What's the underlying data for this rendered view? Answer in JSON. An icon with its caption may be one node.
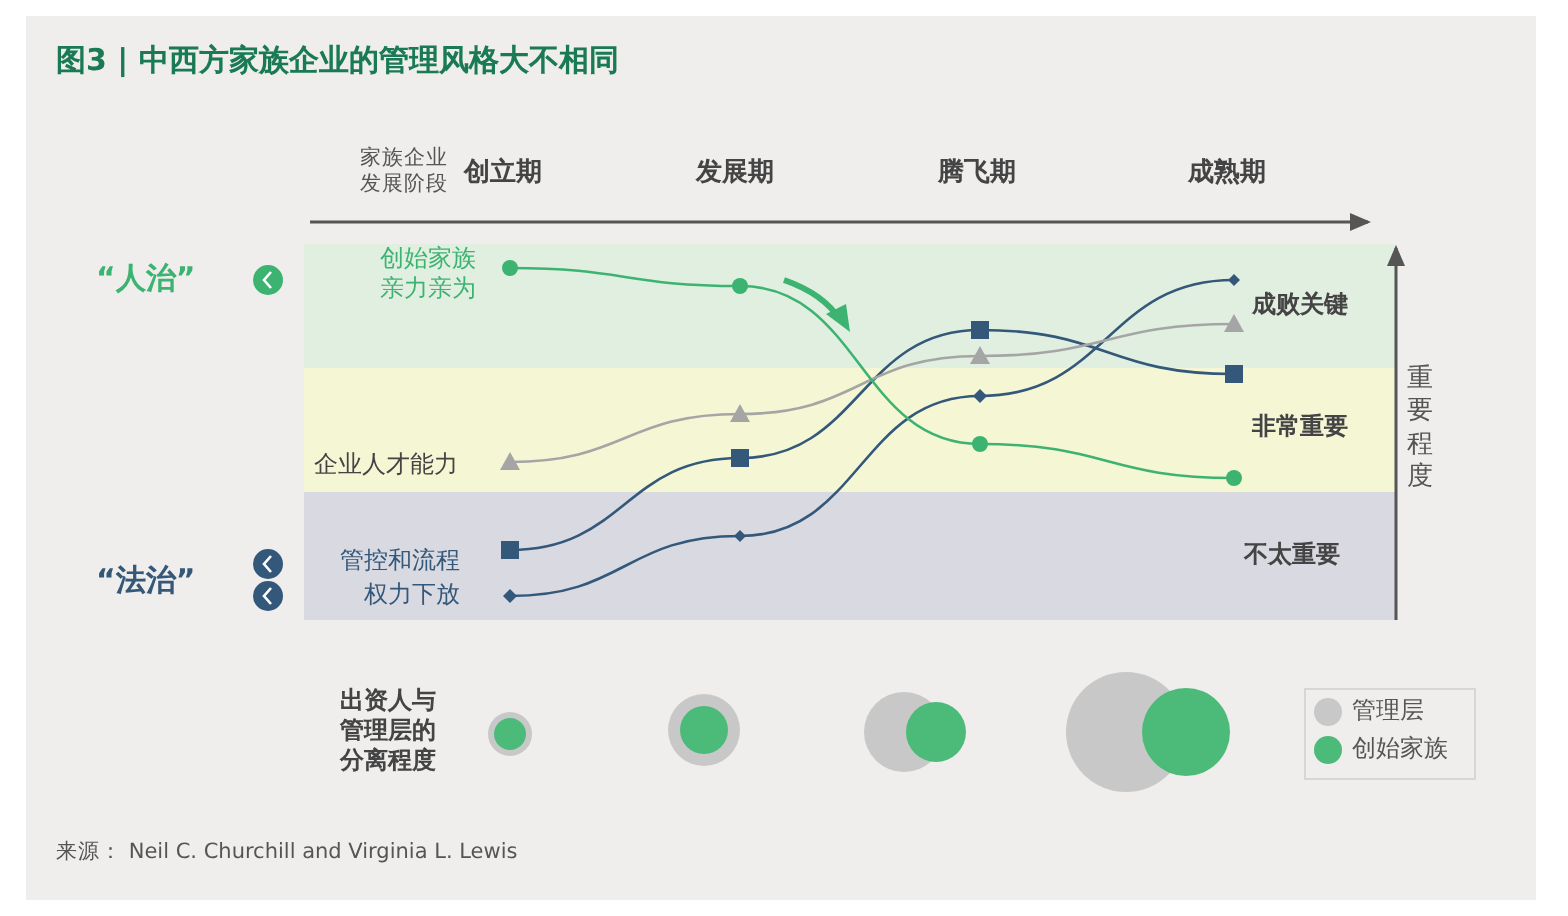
{
  "diagram": {
    "title": "图3 | 中西方家族企业的管理风格大不相同",
    "caption": "来源： Neil C. Churchill and Virginia L. Lewis",
    "labels": [
      "家族企业发展阶段",
      "创立期",
      "发展期",
      "腾飞期",
      "成熟期",
      "“人治”",
      "创始家族亲力亲为",
      "成败关键",
      "非常重要",
      "企业人才能力",
      "重要程度",
      "“法治”",
      "管控和流程",
      "权力下放",
      "不太重要",
      "出资人与管理层的分离程度"
    ],
    "legend": [
      {
        "text": "管理层",
        "color": "#c8c8c8"
      },
      {
        "text": "创始家族",
        "color": "#4cbb7a"
      }
    ]
  }
}
